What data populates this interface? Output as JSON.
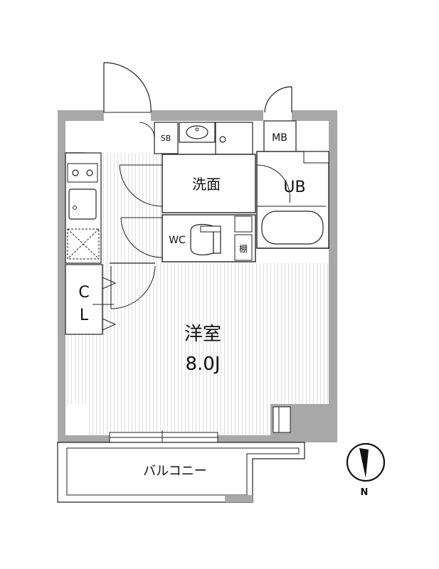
{
  "rooms": {
    "sb": "SB",
    "mb": "MB",
    "washroom": "洗面",
    "unit_bath": "UB",
    "wc": "WC",
    "shelf": "棚",
    "closet_c": "C",
    "closet_l": "L",
    "western_room": "洋室",
    "western_room_size": "8.0J",
    "balcony": "バルコニー"
  },
  "compass": {
    "north": "N"
  },
  "colors": {
    "wall": "#a8a8a8",
    "line": "#222222",
    "floor_stripe": "#dcdcdc"
  }
}
